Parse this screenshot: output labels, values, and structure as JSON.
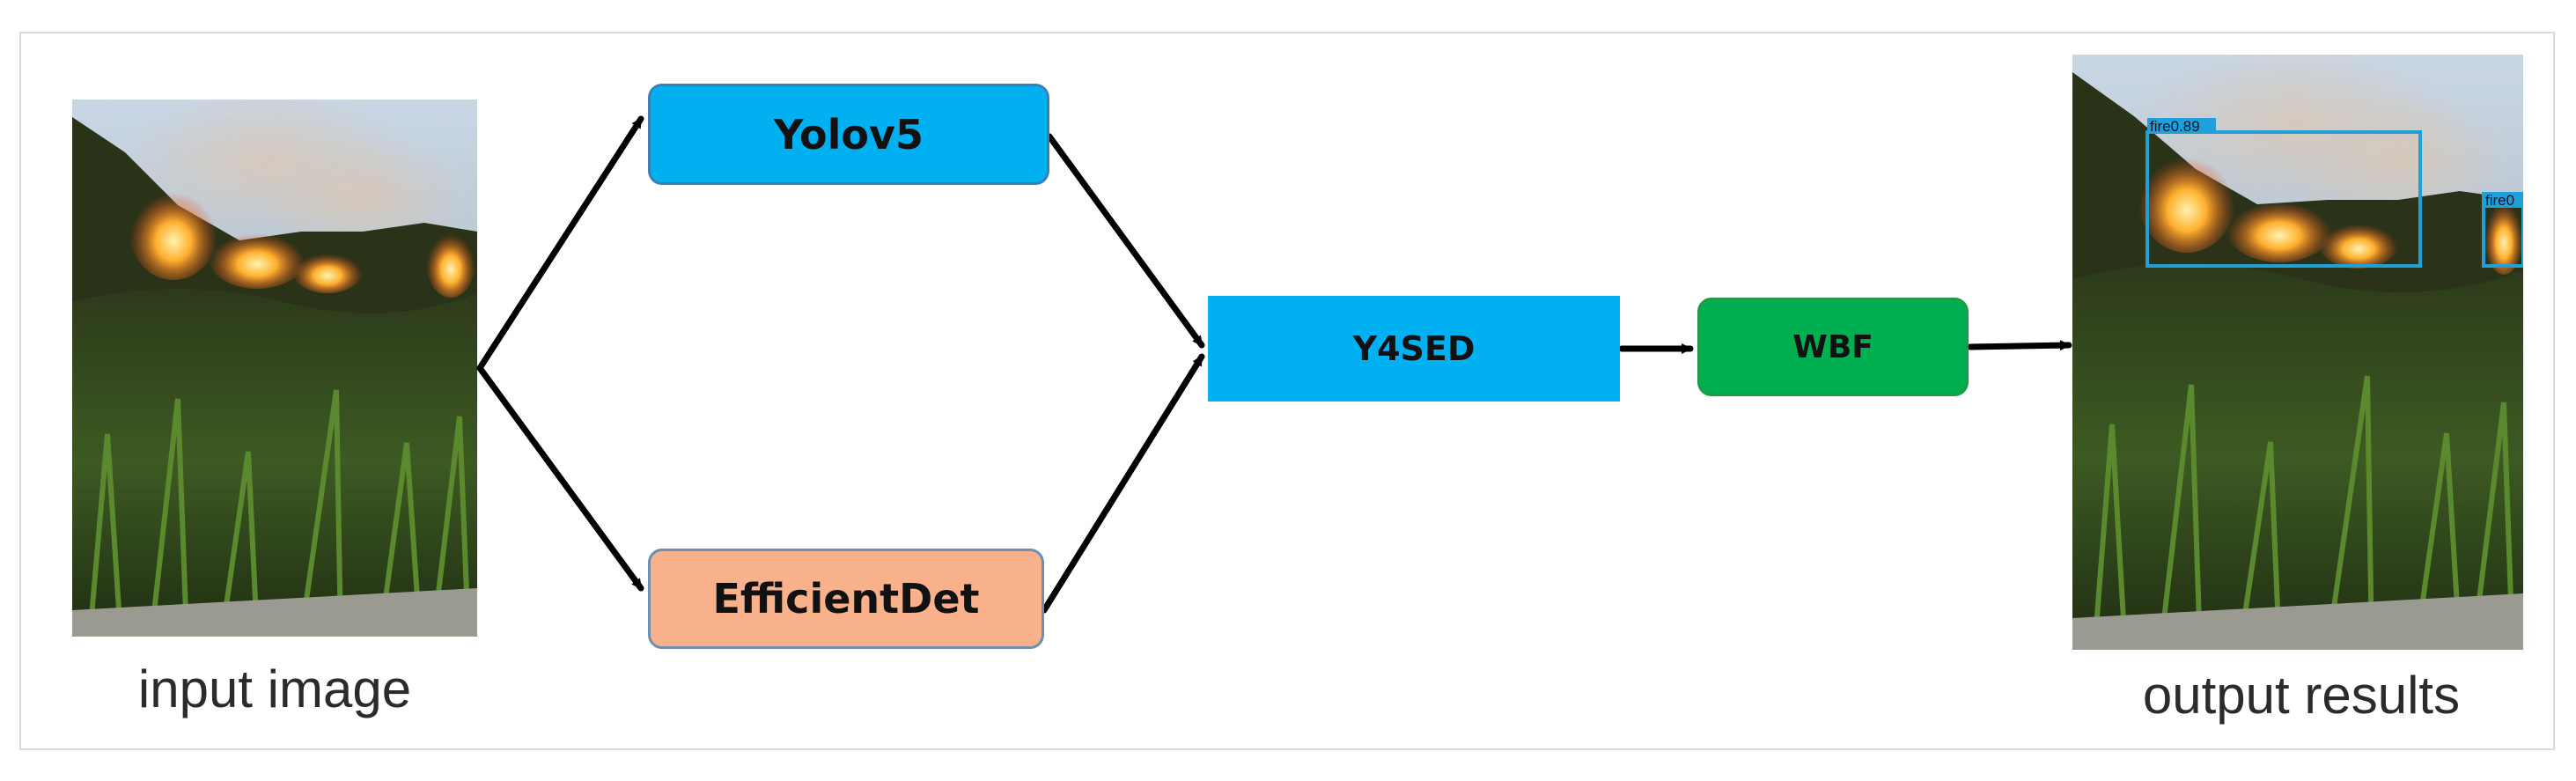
{
  "colors": {
    "yolov5": "#00b0f0",
    "efficientdet": "#f8b18b",
    "y4sed": "#00b0f0",
    "wbf": "#00b050",
    "arrow": "#000000",
    "detection_box": "#1fa0d8"
  },
  "input": {
    "caption": "input image"
  },
  "output": {
    "caption": "output results",
    "detections": [
      {
        "label": "fire0.89"
      },
      {
        "label": "fire0"
      }
    ]
  },
  "nodes": {
    "yolov5": "Yolov5",
    "efficientdet": "EfficientDet",
    "y4sed": "Y4SED",
    "wbf": "WBF"
  }
}
